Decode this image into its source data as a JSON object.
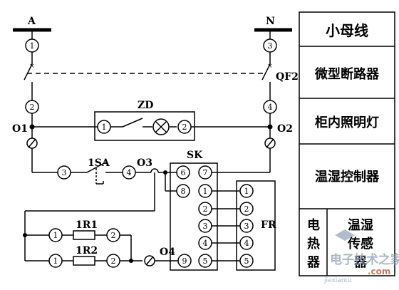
{
  "bus": {
    "left": "A",
    "right": "N"
  },
  "terminals": {
    "a1": "1",
    "n3": "3",
    "a2": "2",
    "n4": "4",
    "zd1": "1",
    "zd2": "2",
    "sa3": "3",
    "sa4": "4",
    "sk6": "6",
    "sk7": "7",
    "sk8": "8",
    "sk1": "1",
    "sk2": "2",
    "sk3": "3",
    "sk4": "4",
    "sk5": "5",
    "sk9": "9",
    "fr1": "1",
    "fr2": "2",
    "fr3": "3",
    "fr4": "4",
    "fr5": "5",
    "r1a": "1",
    "r1b": "2",
    "r2a": "1",
    "r2b": "2"
  },
  "labels": {
    "qf2": "QF2",
    "zd": "ZD",
    "o1": "O1",
    "o2": "O2",
    "o3": "O3",
    "o4": "O4",
    "sa": "1SA",
    "sk": "SK",
    "fr": "FR",
    "r1": "1R1",
    "r2": "1R2"
  },
  "side_table": {
    "row1": "小母线",
    "row2": "微型断路器",
    "row3": "柜内照明灯",
    "row4": "温湿控制器",
    "row5_left": [
      "电",
      "热",
      "器"
    ],
    "row5_right": [
      "温湿",
      "传感",
      "器"
    ]
  },
  "watermark": {
    "site": "电子技术之家",
    "domain": ".com",
    "url": "jiexiantu"
  }
}
